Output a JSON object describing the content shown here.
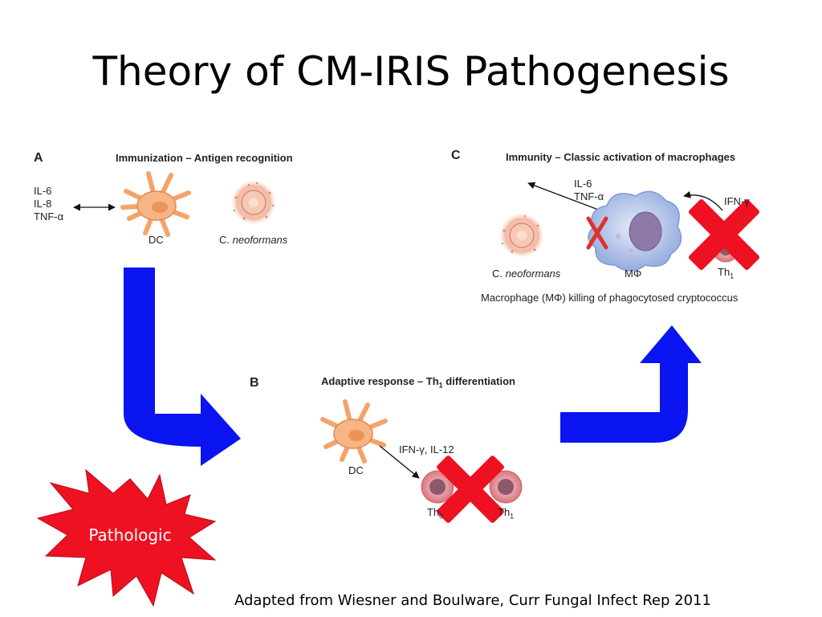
{
  "slide": {
    "title": "Theory of CM-IRIS Pathogenesis",
    "citation": "Adapted from Wiesner and Boulware, Curr Fungal Infect Rep 2011"
  },
  "panel_a": {
    "letter": "A",
    "heading": "Immunization – Antigen recognition",
    "cytokines": [
      "IL-6",
      "IL-8",
      "TNF-α"
    ],
    "dc_label": "DC",
    "pathogen_prefix": "C. ",
    "pathogen_name": "neoformans"
  },
  "panel_b": {
    "letter": "B",
    "heading_prefix": "Adaptive response – Th",
    "heading_sub": "1",
    "heading_suffix": " differentiation",
    "dc_label": "DC",
    "signal": "IFN-γ, IL-12",
    "th0_label": "Th",
    "th0_sub": "0",
    "th1_label": "Th",
    "th1_sub": "1"
  },
  "panel_c": {
    "letter": "C",
    "heading": "Immunity – Classic activation of macrophages",
    "cytokines": [
      "IL-6",
      "TNF-α"
    ],
    "ifn_label": "IFN-γ",
    "pathogen_prefix": "C. ",
    "pathogen_name": "neoformans",
    "macrophage_label": "MΦ",
    "th1_label": "Th",
    "th1_sub": "1",
    "caption": "Macrophage (MΦ) killing of phagocytosed cryptococcus",
    "blocked_mark": "X"
  },
  "badge": {
    "label": "Pathologic"
  },
  "colors": {
    "flow_arrow": "#0a14f0",
    "block_cross": "#ee1122",
    "badge_fill": "#ee1122",
    "dc_cell": "#f4a46a",
    "macrophage": "#b8c8ea",
    "t_cell": "#e88a90"
  }
}
